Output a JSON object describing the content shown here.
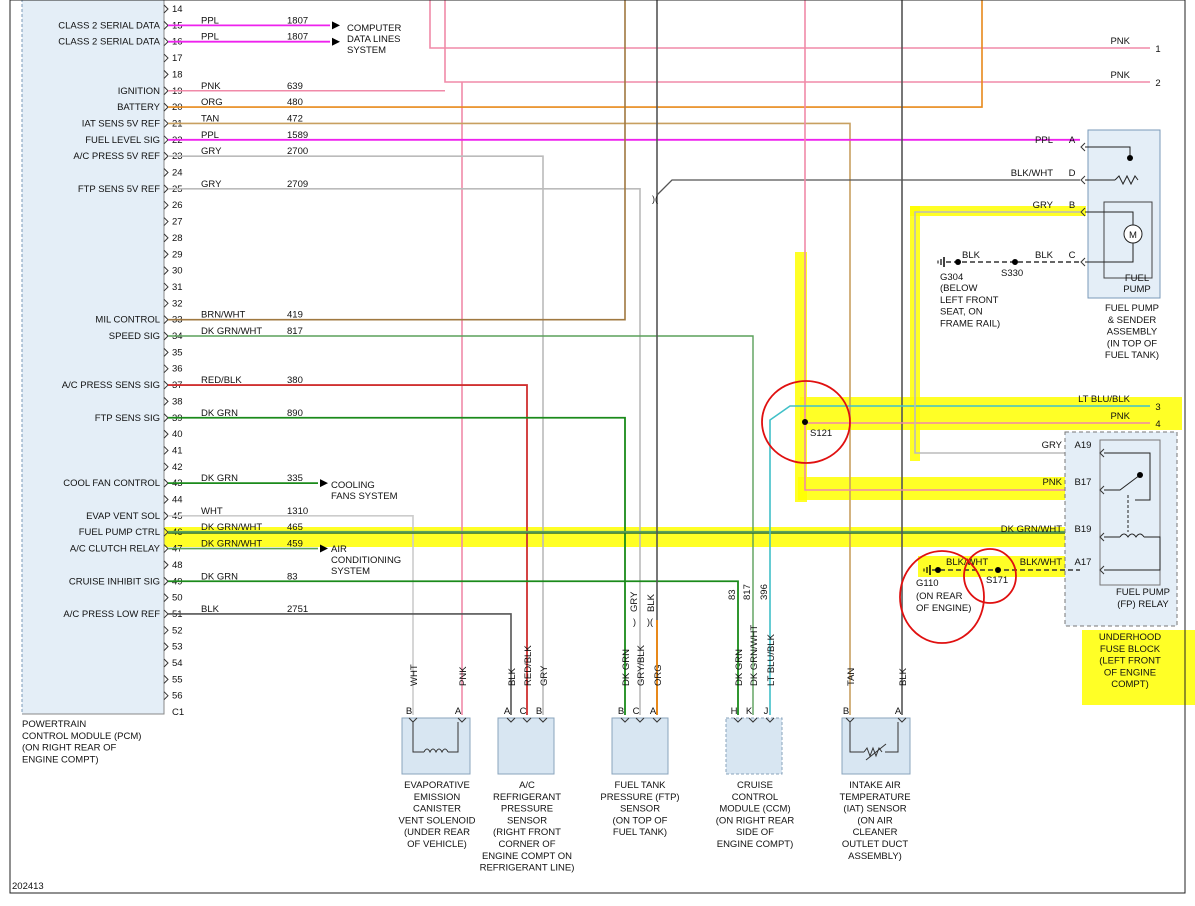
{
  "pcm": {
    "pins": [
      {
        "num": "14",
        "label": "",
        "color": "",
        "circuit": ""
      },
      {
        "num": "15",
        "label": "CLASS 2 SERIAL DATA",
        "color": "PPL",
        "circuit": "1807"
      },
      {
        "num": "16",
        "label": "CLASS 2 SERIAL DATA",
        "color": "PPL",
        "circuit": "1807"
      },
      {
        "num": "17",
        "label": "",
        "color": "",
        "circuit": ""
      },
      {
        "num": "18",
        "label": "",
        "color": "",
        "circuit": ""
      },
      {
        "num": "19",
        "label": "IGNITION",
        "color": "PNK",
        "circuit": "639"
      },
      {
        "num": "20",
        "label": "BATTERY",
        "color": "ORG",
        "circuit": "480"
      },
      {
        "num": "21",
        "label": "IAT SENS 5V REF",
        "color": "TAN",
        "circuit": "472"
      },
      {
        "num": "22",
        "label": "FUEL LEVEL SIG",
        "color": "PPL",
        "circuit": "1589"
      },
      {
        "num": "23",
        "label": "A/C PRESS 5V REF",
        "color": "GRY",
        "circuit": "2700"
      },
      {
        "num": "24",
        "label": "",
        "color": "",
        "circuit": ""
      },
      {
        "num": "25",
        "label": "FTP SENS 5V REF",
        "color": "GRY",
        "circuit": "2709"
      },
      {
        "num": "26",
        "label": "",
        "color": "",
        "circuit": ""
      },
      {
        "num": "27",
        "label": "",
        "color": "",
        "circuit": ""
      },
      {
        "num": "28",
        "label": "",
        "color": "",
        "circuit": ""
      },
      {
        "num": "29",
        "label": "",
        "color": "",
        "circuit": ""
      },
      {
        "num": "30",
        "label": "",
        "color": "",
        "circuit": ""
      },
      {
        "num": "31",
        "label": "",
        "color": "",
        "circuit": ""
      },
      {
        "num": "32",
        "label": "",
        "color": "",
        "circuit": ""
      },
      {
        "num": "33",
        "label": "MIL CONTROL",
        "color": "BRN/WHT",
        "circuit": "419"
      },
      {
        "num": "34",
        "label": "SPEED SIG",
        "color": "DK GRN/WHT",
        "circuit": "817"
      },
      {
        "num": "35",
        "label": "",
        "color": "",
        "circuit": ""
      },
      {
        "num": "36",
        "label": "",
        "color": "",
        "circuit": ""
      },
      {
        "num": "37",
        "label": "A/C PRESS SENS SIG",
        "color": "RED/BLK",
        "circuit": "380"
      },
      {
        "num": "38",
        "label": "",
        "color": "",
        "circuit": ""
      },
      {
        "num": "39",
        "label": "FTP SENS SIG",
        "color": "DK GRN",
        "circuit": "890"
      },
      {
        "num": "40",
        "label": "",
        "color": "",
        "circuit": ""
      },
      {
        "num": "41",
        "label": "",
        "color": "",
        "circuit": ""
      },
      {
        "num": "42",
        "label": "",
        "color": "",
        "circuit": ""
      },
      {
        "num": "43",
        "label": "COOL FAN CONTROL",
        "color": "DK GRN",
        "circuit": "335"
      },
      {
        "num": "44",
        "label": "",
        "color": "",
        "circuit": ""
      },
      {
        "num": "45",
        "label": "EVAP VENT SOL",
        "color": "WHT",
        "circuit": "1310"
      },
      {
        "num": "46",
        "label": "FUEL PUMP CTRL",
        "color": "DK GRN/WHT",
        "circuit": "465"
      },
      {
        "num": "47",
        "label": "A/C CLUTCH RELAY",
        "color": "DK GRN/WHT",
        "circuit": "459"
      },
      {
        "num": "48",
        "label": "",
        "color": "",
        "circuit": ""
      },
      {
        "num": "49",
        "label": "CRUISE INHIBIT SIG",
        "color": "DK GRN",
        "circuit": "83"
      },
      {
        "num": "50",
        "label": "",
        "color": "",
        "circuit": ""
      },
      {
        "num": "51",
        "label": "A/C PRESS LOW REF",
        "color": "BLK",
        "circuit": "2751"
      },
      {
        "num": "52",
        "label": "",
        "color": "",
        "circuit": ""
      },
      {
        "num": "53",
        "label": "",
        "color": "",
        "circuit": ""
      },
      {
        "num": "54",
        "label": "",
        "color": "",
        "circuit": ""
      },
      {
        "num": "55",
        "label": "",
        "color": "",
        "circuit": ""
      },
      {
        "num": "56",
        "label": "",
        "color": "",
        "circuit": ""
      }
    ],
    "connector": "C1",
    "title": [
      "POWERTRAIN",
      "CONTROL MODULE (PCM)",
      "(ON RIGHT REAR OF",
      "ENGINE COMPT)"
    ]
  },
  "systems": {
    "data_lines": [
      "COMPUTER",
      "DATA LINES",
      "SYSTEM"
    ],
    "cooling": [
      "COOLING",
      "FANS SYSTEM"
    ],
    "ac": [
      "AIR",
      "CONDITIONING",
      "SYSTEM"
    ]
  },
  "right_wires": [
    {
      "color": "PNK",
      "num": "1"
    },
    {
      "color": "PNK",
      "num": "2"
    },
    {
      "color": "LT BLU/BLK",
      "num": "3"
    },
    {
      "color": "PNK",
      "num": "4"
    }
  ],
  "fuel_pump": {
    "pins": [
      {
        "color": "PPL",
        "pin": "A"
      },
      {
        "color": "BLK/WHT",
        "pin": "D"
      },
      {
        "color": "GRY",
        "pin": "B"
      },
      {
        "color": "BLK",
        "pin": "C"
      }
    ],
    "motor": "M",
    "inner_label": [
      "FUEL",
      "PUMP"
    ],
    "title": [
      "FUEL PUMP",
      "& SENDER",
      "ASSEMBLY",
      "(IN TOP OF",
      "FUEL TANK)"
    ],
    "ground": "G304",
    "ground_wire": "BLK",
    "ground_desc": [
      "(BELOW",
      "LEFT FRONT",
      "SEAT, ON",
      "FRAME RAIL)"
    ],
    "splice": "S330"
  },
  "relay": {
    "pins": [
      {
        "color": "GRY",
        "pin": "A19"
      },
      {
        "color": "PNK",
        "pin": "B17"
      },
      {
        "color": "DK GRN/WHT",
        "pin": "B19"
      },
      {
        "color": "BLK/WHT",
        "pin": "A17"
      }
    ],
    "title": [
      "FUEL PUMP",
      "(FP) RELAY"
    ],
    "fuse_block": [
      "UNDERHOOD",
      "FUSE BLOCK",
      "(LEFT FRONT",
      "OF ENGINE",
      "COMPT)"
    ],
    "ground": "G110",
    "ground_desc": [
      "(ON REAR",
      "OF ENGINE)"
    ],
    "ground_wire": "BLK/WHT",
    "splice": "S171"
  },
  "splice_s121": "S121",
  "vertical_labels": {
    "gry_blk": [
      "GRY",
      "BLK"
    ],
    "v_83": "83",
    "v_817": "817",
    "v_396": "396"
  },
  "components": [
    {
      "wires": [
        "WHT",
        "PNK"
      ],
      "pins": [
        "B",
        "A"
      ],
      "name": [
        "EVAPORATIVE",
        "EMISSION",
        "CANISTER",
        "VENT SOLENOID",
        "(UNDER REAR",
        "OF VEHICLE)"
      ]
    },
    {
      "wires": [
        "BLK",
        "RED/BLK",
        "GRY"
      ],
      "pins": [
        "A",
        "C",
        "B"
      ],
      "name": [
        "A/C",
        "REFRIGERANT",
        "PRESSURE",
        "SENSOR",
        "(RIGHT FRONT",
        "CORNER OF",
        "ENGINE COMPT ON",
        "REFRIGERANT LINE)"
      ]
    },
    {
      "wires": [
        "DK GRN",
        "GRY/BLK",
        "ORG"
      ],
      "pins": [
        "B",
        "C",
        "A"
      ],
      "name": [
        "FUEL TANK",
        "PRESSURE (FTP)",
        "SENSOR",
        "(ON TOP OF",
        "FUEL TANK)"
      ]
    },
    {
      "wires": [
        "DK GRN",
        "DK GRN/WHT",
        "LT BLU/BLK"
      ],
      "pins": [
        "H",
        "K",
        "J"
      ],
      "name": [
        "CRUISE",
        "CONTROL",
        "MODULE (CCM)",
        "(ON RIGHT REAR",
        "SIDE OF",
        "ENGINE COMPT)"
      ]
    },
    {
      "wires": [
        "TAN",
        "BLK"
      ],
      "pins": [
        "B",
        "A"
      ],
      "name": [
        "INTAKE AIR",
        "TEMPERATURE",
        "(IAT) SENSOR",
        "(ON AIR",
        "CLEANER",
        "OUTLET DUCT",
        "ASSEMBLY)"
      ]
    }
  ],
  "figure_number": "202413",
  "wire_colors": {
    "PPL": "#ee22ee",
    "PNK": "#f08aa8",
    "ORG": "#e8891a",
    "TAN": "#c8a060",
    "GRY": "#bbbbbb",
    "BRN/WHT": "#a07840",
    "DK GRN/WHT": "#5aa05a",
    "RED/BLK": "#d03030",
    "DK GRN": "#1a8a1a",
    "WHT": "#cccccc",
    "BLK": "#555555",
    "LT BLU/BLK": "#40c0c8",
    "HIGHLIGHT": "#ffff00",
    "CIRCLE": "#e01010"
  }
}
